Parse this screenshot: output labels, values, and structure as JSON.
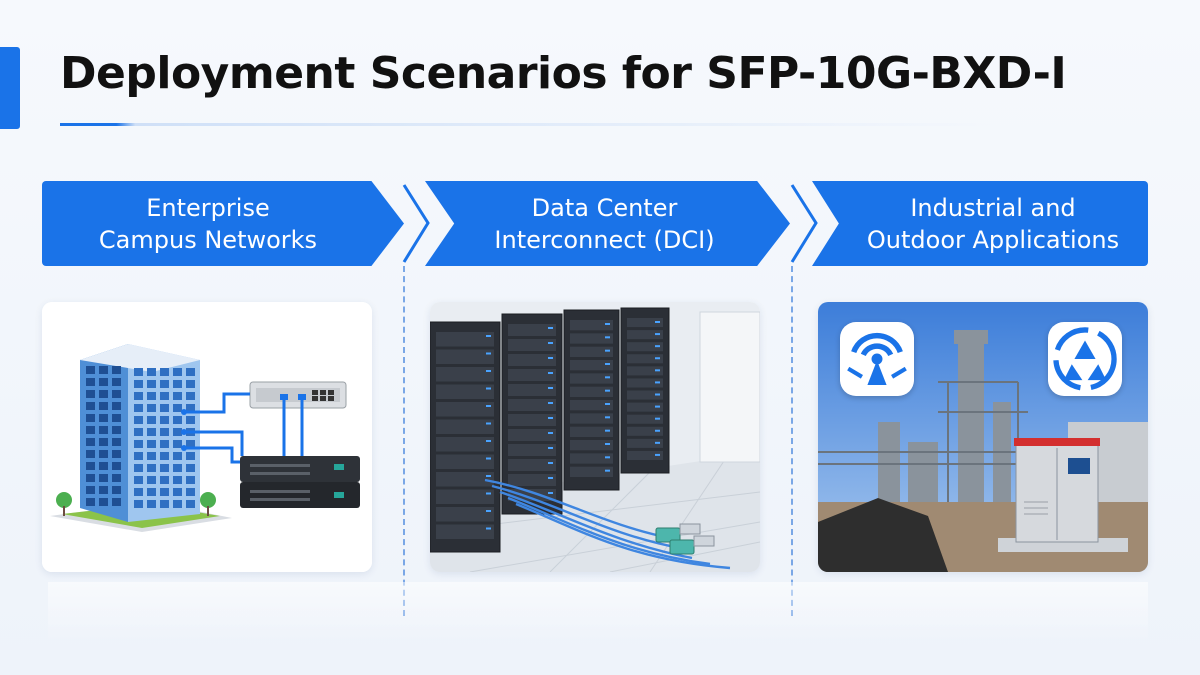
{
  "page": {
    "title": "Deployment Scenarios for SFP-10G-BXD-I",
    "accent_color": "#1a73e8"
  },
  "scenarios": [
    {
      "line1": "Enterprise",
      "line2": "Campus Networks",
      "illustration": "office-building-with-network-switches"
    },
    {
      "line1": "Data Center",
      "line2": "Interconnect (DCI)",
      "illustration": "server-racks-with-fiber-cables"
    },
    {
      "line1": "Industrial and",
      "line2": "Outdoor Applications",
      "illustration": "industrial-plant-with-outdoor-cabinet",
      "icons": [
        "signal-tower-icon",
        "recycle-icon"
      ]
    }
  ]
}
